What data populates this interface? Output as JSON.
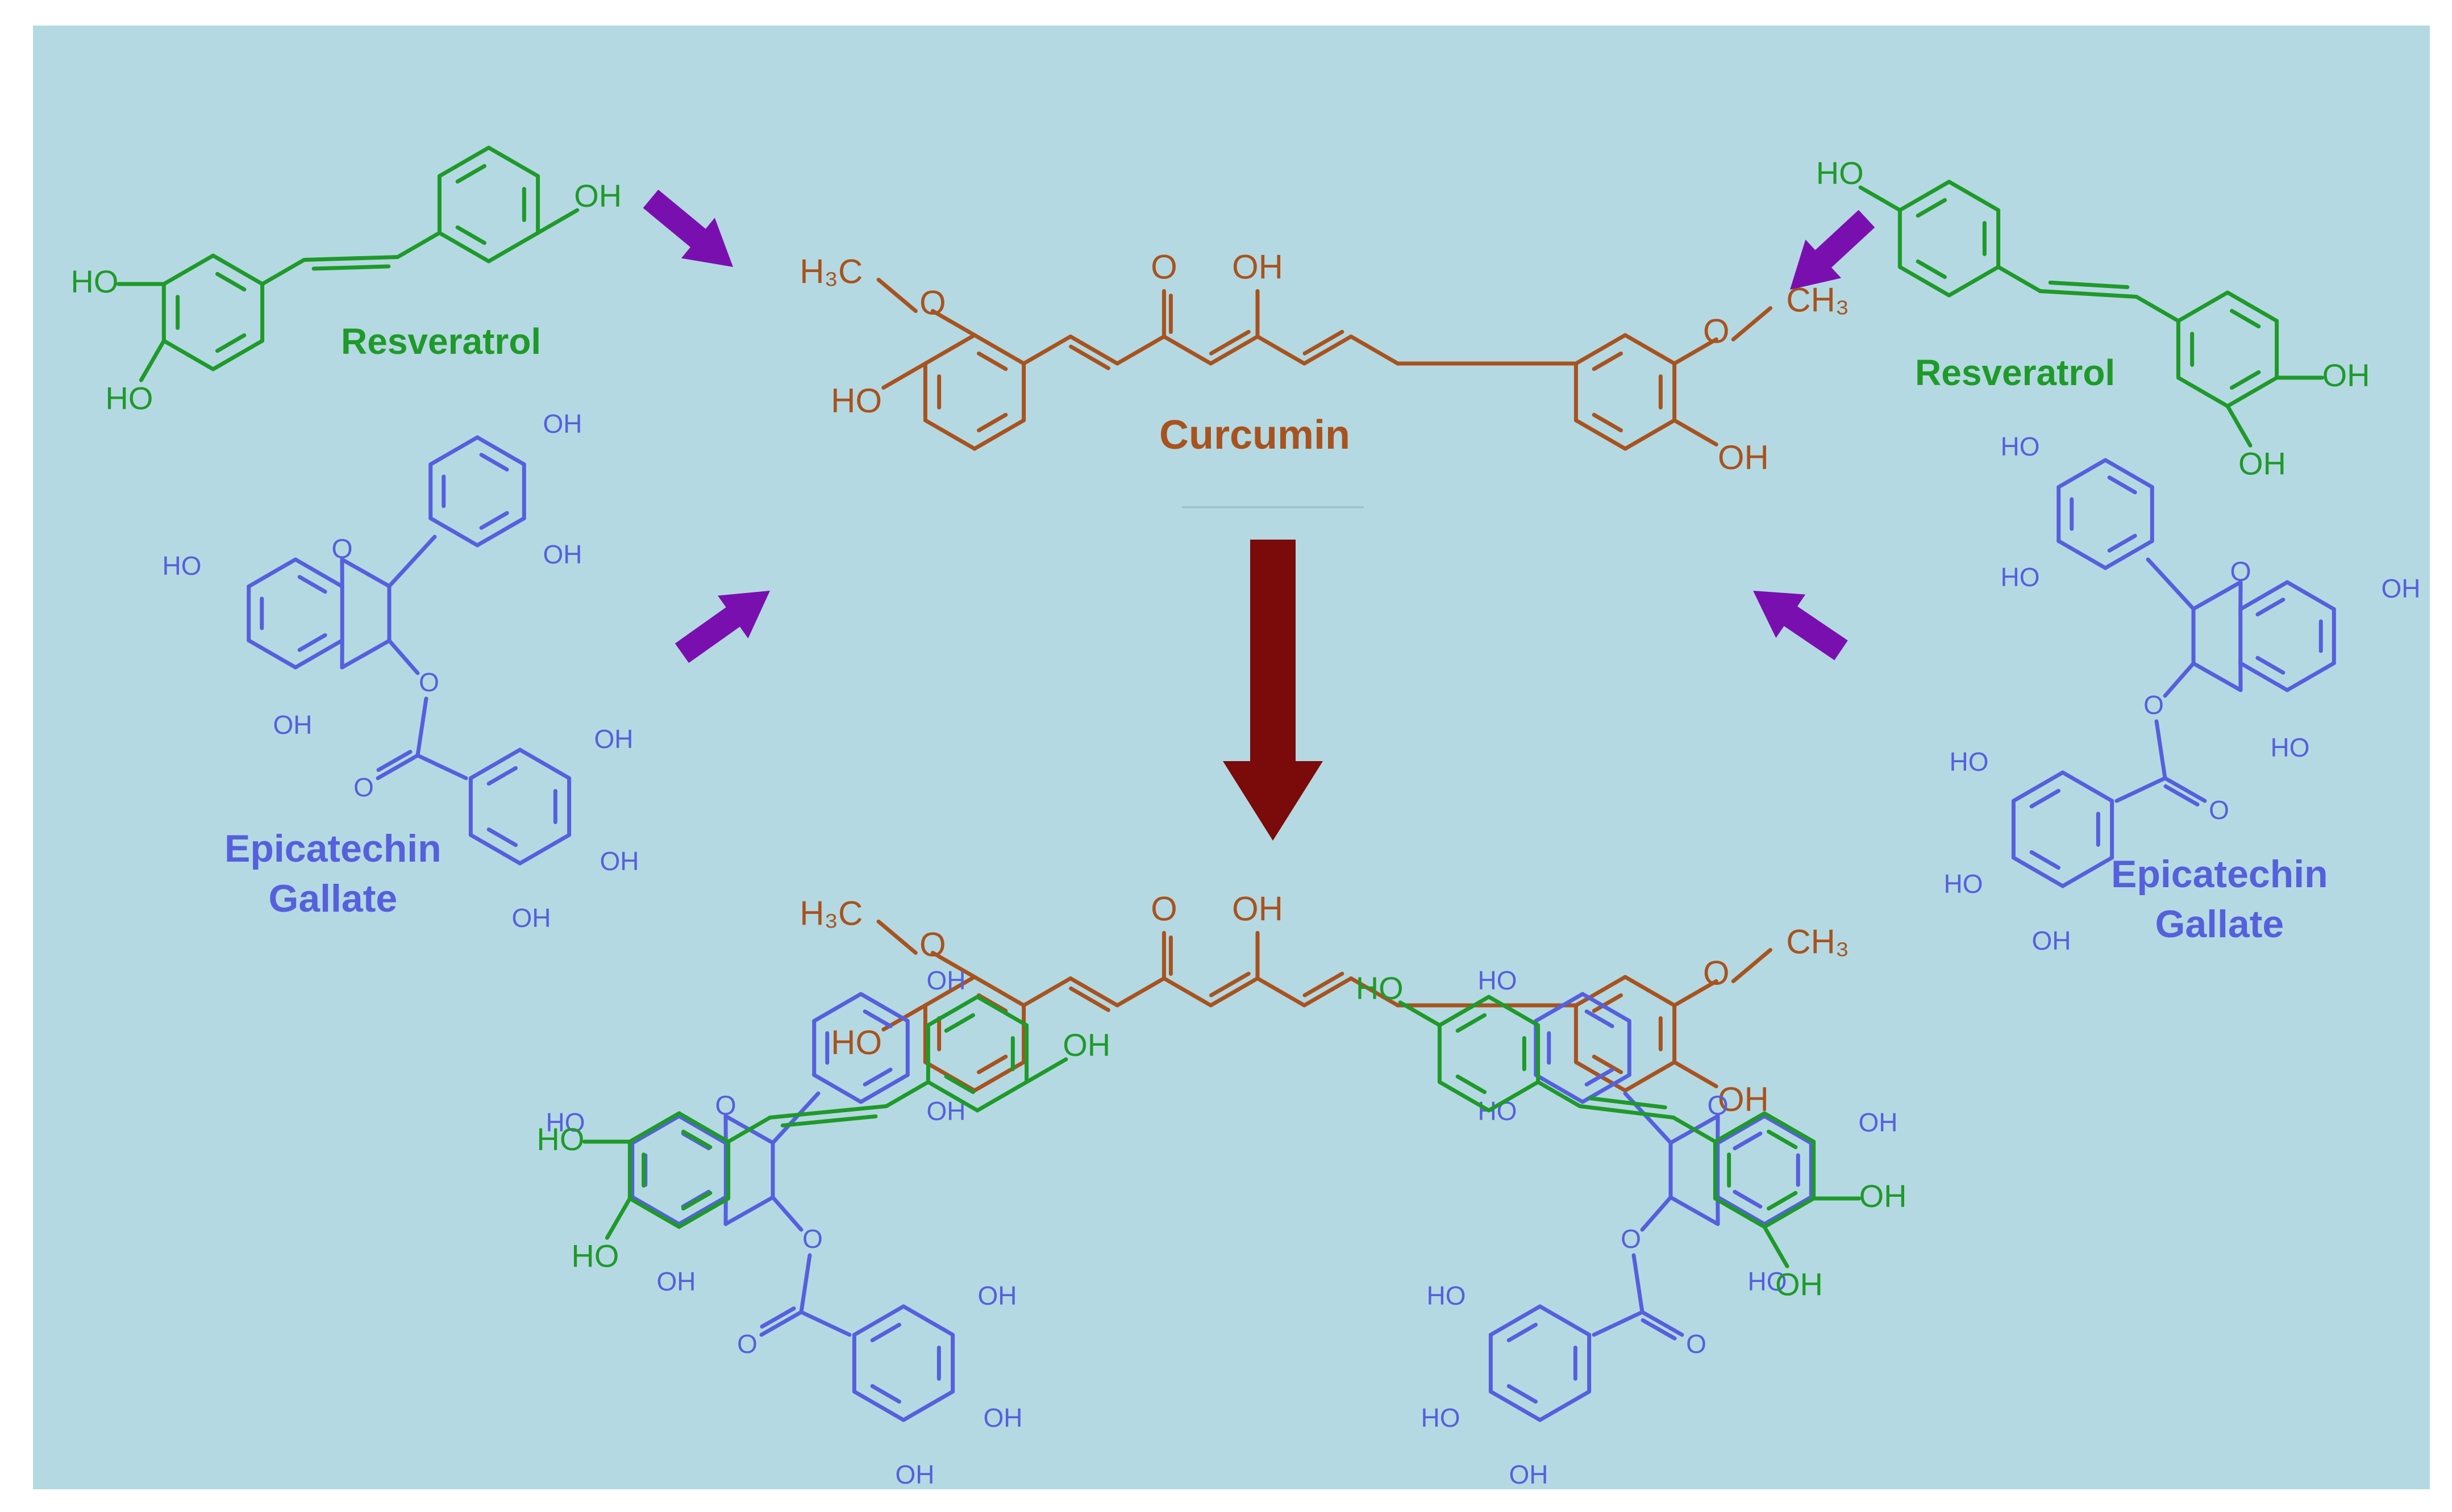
{
  "colors": {
    "background": "#b5d9e2",
    "resveratrol": "#1f9a2a",
    "curcumin": "#a8531f",
    "epicatechin_gallate": "#5560dd",
    "small_arrow": "#7a0fb0",
    "main_arrow": "#7b0a0a"
  },
  "labels": {
    "resveratrol_left": "Resveratrol",
    "resveratrol_right": "Resveratrol",
    "curcumin": "Curcumin",
    "ecg_left_line1": "Epicatechin",
    "ecg_left_line2": "Gallate",
    "ecg_right_line1": "Epicatechin",
    "ecg_right_line2": "Gallate"
  },
  "atoms": {
    "oh": "OH",
    "ho": "HO",
    "o": "O",
    "h3c": "H₃C",
    "ch3": "CH₃"
  },
  "icons": [
    "arrow-down-right-icon",
    "arrow-down-left-icon",
    "arrow-up-right-icon",
    "arrow-up-left-icon",
    "arrow-down-icon"
  ]
}
